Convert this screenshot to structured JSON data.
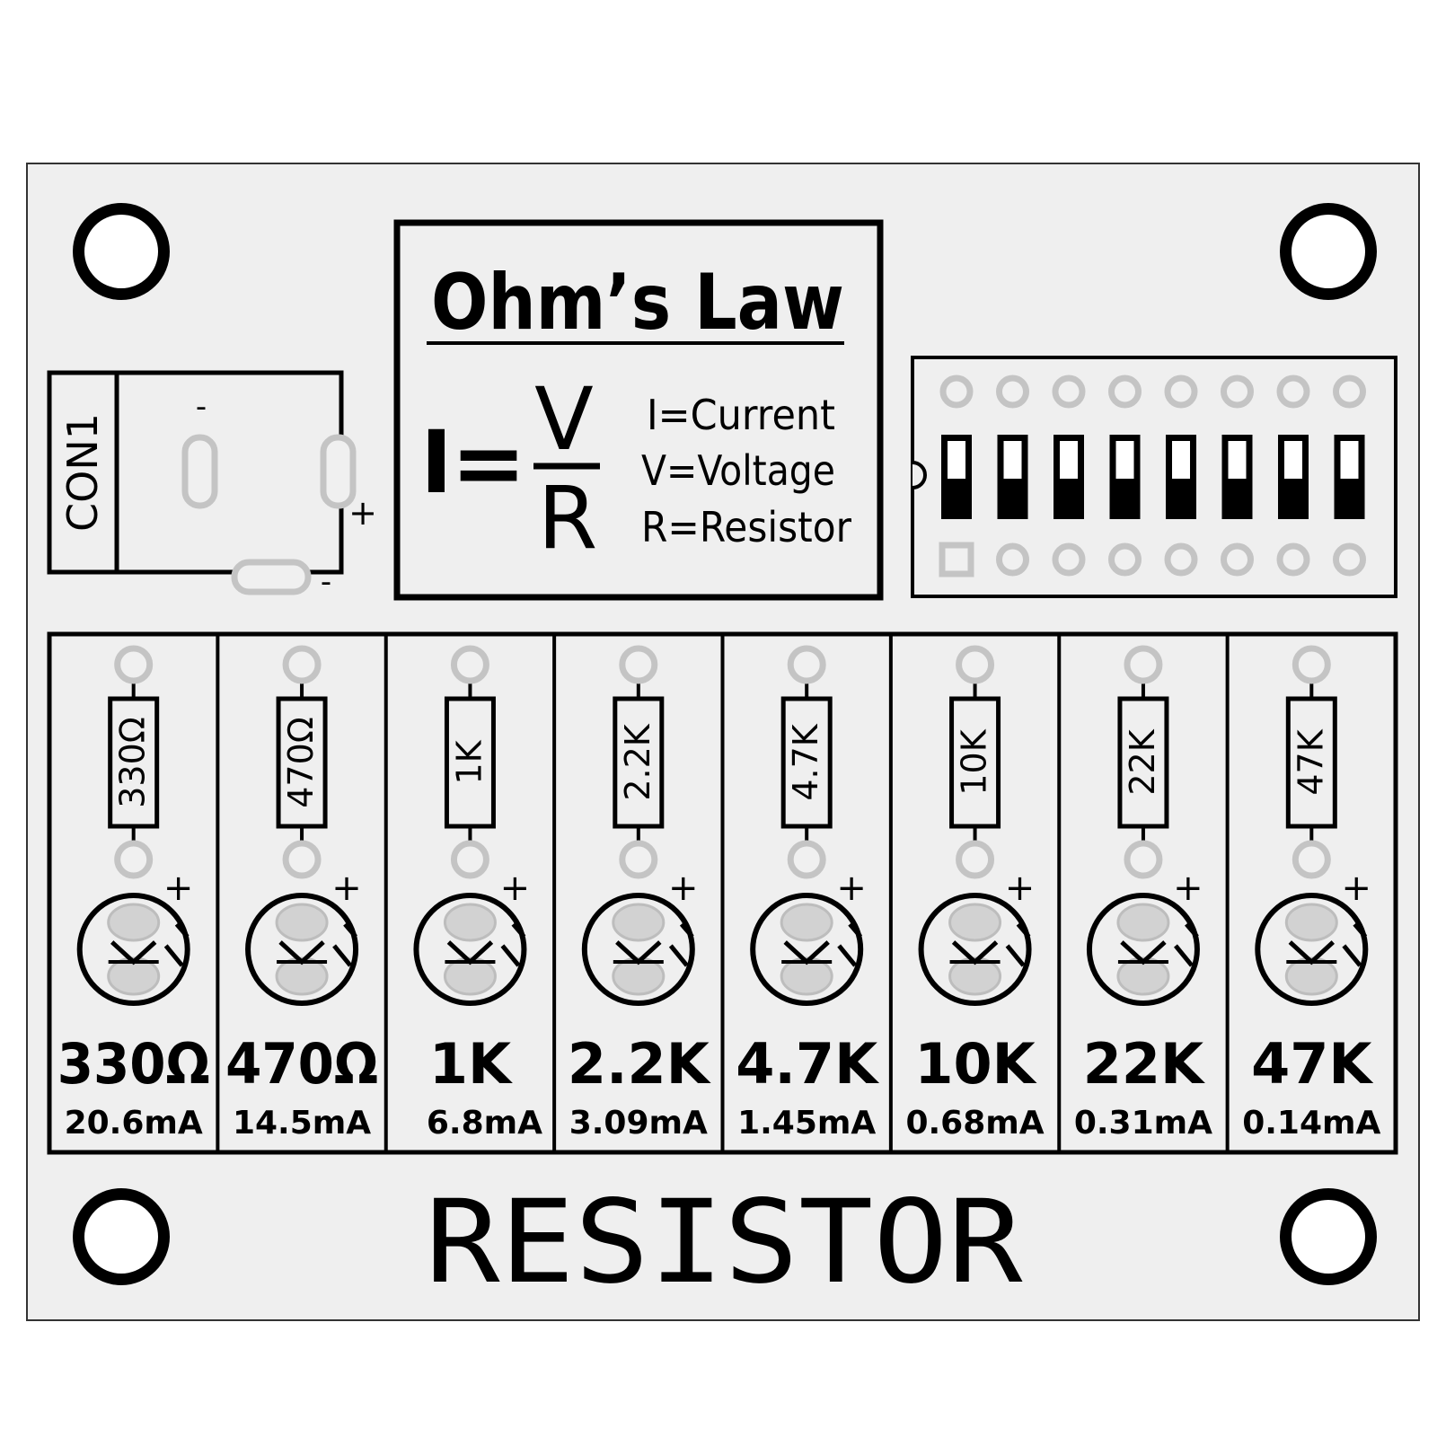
{
  "board": {
    "colors": {
      "board": "#efefef",
      "silkscreen": "#000000",
      "pad": "#c4c4c4"
    },
    "title": "RESISTOR",
    "connector": {
      "designator": "CON1",
      "marks": [
        "-",
        "+",
        "-"
      ]
    },
    "formula_box": {
      "heading": "Ohm’s Law",
      "lhs": "I",
      "equals": "=",
      "numerator": "V",
      "denominator": "R",
      "legend": [
        "I=Current",
        "V=Voltage",
        "R=Resistor"
      ]
    },
    "dip_switch": {
      "positions": 8
    },
    "columns": [
      {
        "resistor_label": "330Ω",
        "value": "330Ω",
        "current": "20.6mA",
        "led_plus": "+"
      },
      {
        "resistor_label": "470Ω",
        "value": "470Ω",
        "current": "14.5mA",
        "led_plus": "+"
      },
      {
        "resistor_label": "1K",
        "value": "1K",
        "current": "6.8mA",
        "led_plus": "+"
      },
      {
        "resistor_label": "2.2K",
        "value": "2.2K",
        "current": "3.09mA",
        "led_plus": "+"
      },
      {
        "resistor_label": "4.7K",
        "value": "4.7K",
        "current": "1.45mA",
        "led_plus": "+"
      },
      {
        "resistor_label": "10K",
        "value": "10K",
        "current": "0.68mA",
        "led_plus": "+"
      },
      {
        "resistor_label": "22K",
        "value": "22K",
        "current": "0.31mA",
        "led_plus": "+"
      },
      {
        "resistor_label": "47K",
        "value": "47K",
        "current": "0.14mA",
        "led_plus": "+"
      }
    ]
  }
}
